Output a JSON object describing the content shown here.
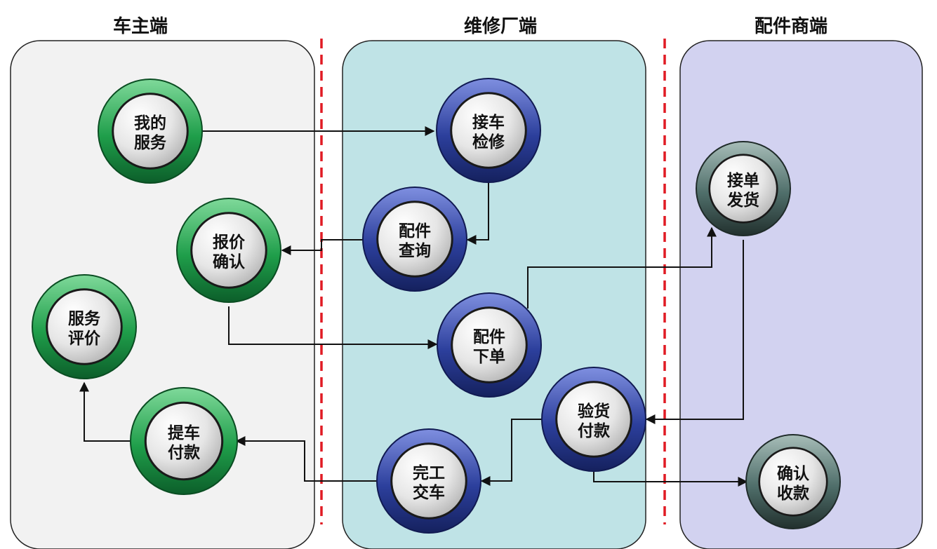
{
  "lanes": [
    {
      "id": "owner",
      "title": "车主端",
      "fill": "#f2f2f2"
    },
    {
      "id": "shop",
      "title": "维修厂端",
      "fill": "#bfe3e6"
    },
    {
      "id": "supplier",
      "title": "配件商端",
      "fill": "#d2d2f0"
    }
  ],
  "colors": {
    "owner_ring": "#1f9e4a",
    "shop_ring": "#2c3f9c",
    "supplier_ring": "#4f6e6a",
    "divider": "#e01b24",
    "arrow": "#111111"
  },
  "nodes": [
    {
      "id": "my_service",
      "lane": "owner",
      "line1": "我的",
      "line2": "服务"
    },
    {
      "id": "quote_confirm",
      "lane": "owner",
      "line1": "报价",
      "line2": "确认"
    },
    {
      "id": "service_eval",
      "lane": "owner",
      "line1": "服务",
      "line2": "评价"
    },
    {
      "id": "pickup_pay",
      "lane": "owner",
      "line1": "提车",
      "line2": "付款"
    },
    {
      "id": "receive_car",
      "lane": "shop",
      "line1": "接车",
      "line2": "检修"
    },
    {
      "id": "parts_query",
      "lane": "shop",
      "line1": "配件",
      "line2": "查询"
    },
    {
      "id": "parts_order",
      "lane": "shop",
      "line1": "配件",
      "line2": "下单"
    },
    {
      "id": "inspect_pay",
      "lane": "shop",
      "line1": "验货",
      "line2": "付款"
    },
    {
      "id": "finish_deliver",
      "lane": "shop",
      "line1": "完工",
      "line2": "交车"
    },
    {
      "id": "accept_ship",
      "lane": "supplier",
      "line1": "接单",
      "line2": "发货"
    },
    {
      "id": "confirm_recv",
      "lane": "supplier",
      "line1": "确认",
      "line2": "收款"
    }
  ]
}
